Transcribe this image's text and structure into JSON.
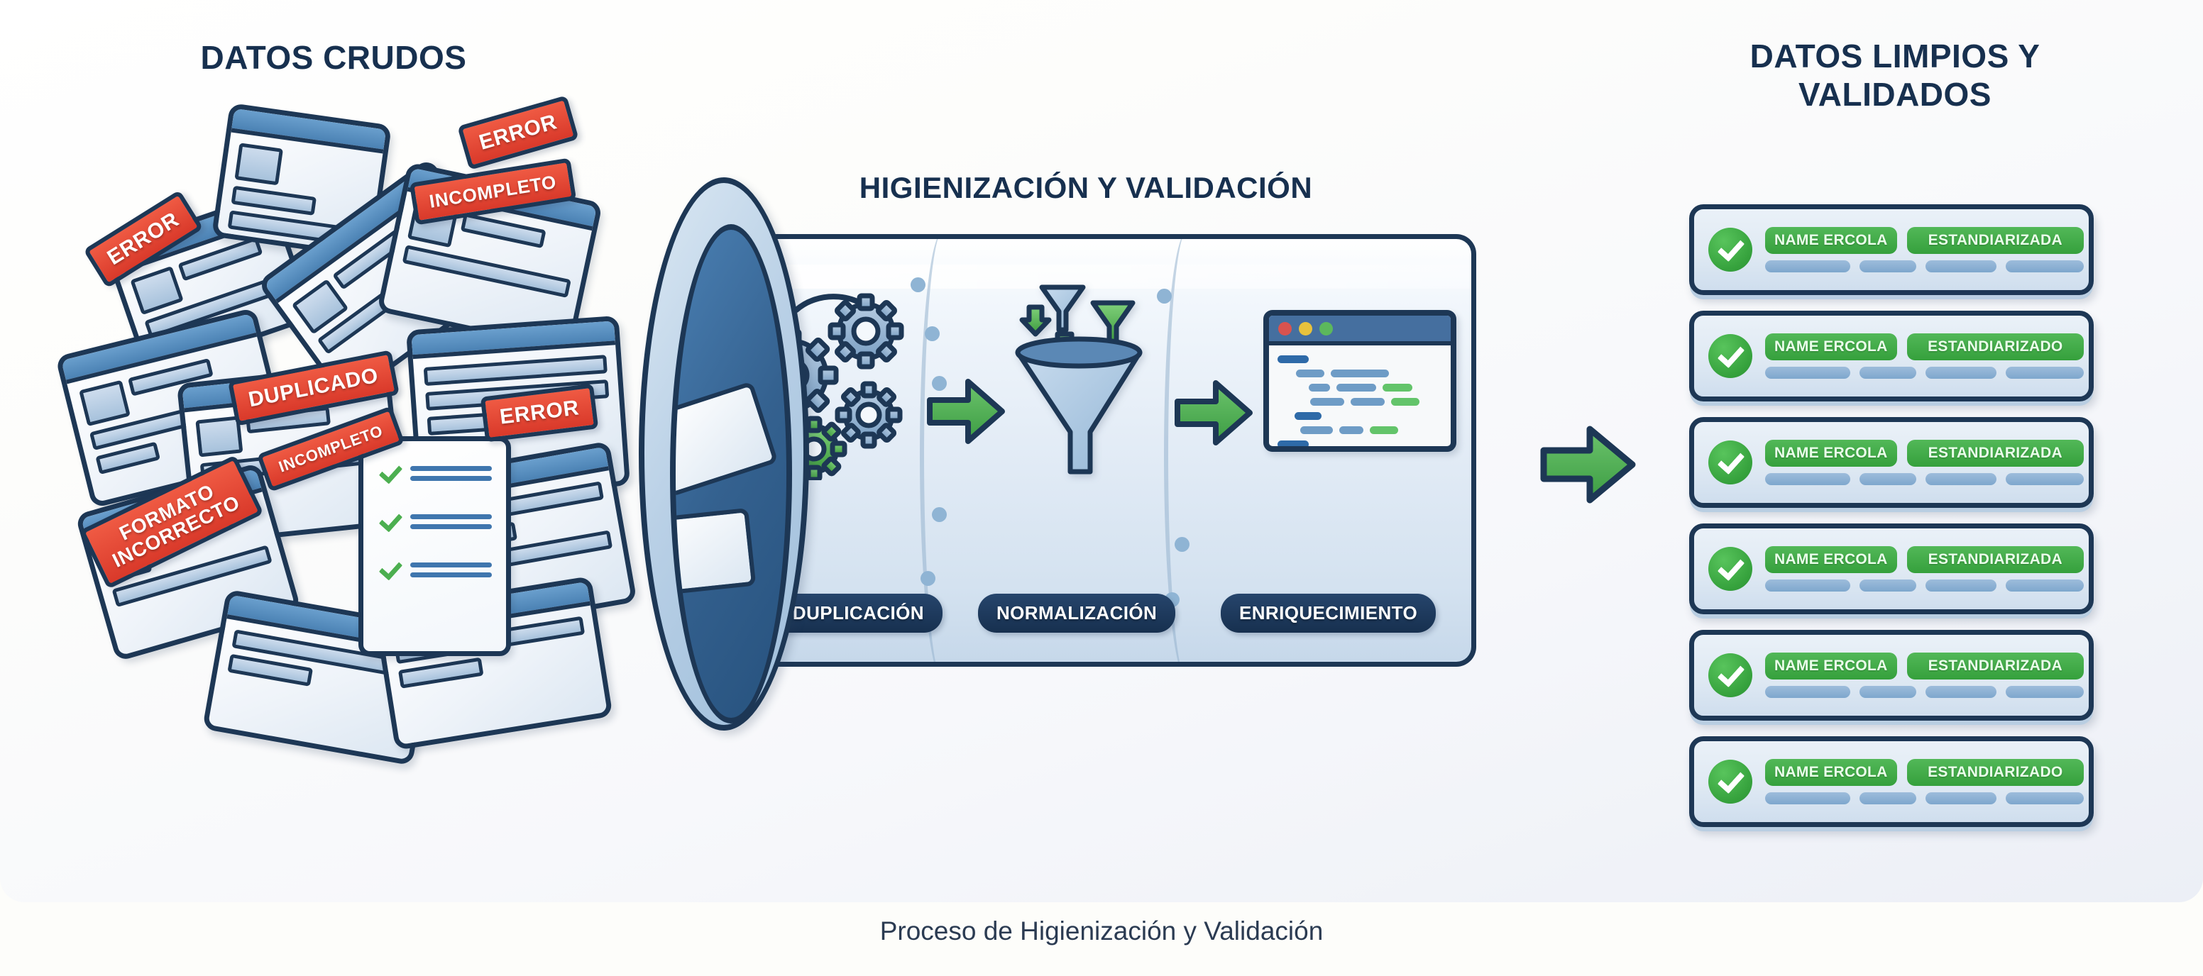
{
  "caption": "Proceso de Higienización y Validación",
  "headings": {
    "raw": "DATOS CRUDOS",
    "center": "HIGIENIZACIÓN Y VALIDACIÓN",
    "clean": "DATOS LIMPIOS Y VALIDADOS"
  },
  "colors": {
    "navy": "#1d3755",
    "heading": "#17304f",
    "error_red": "#d9392a",
    "success_green": "#35a03c",
    "doc_blue": "#4b82b4",
    "pill_navy": "#17304f",
    "background": "#fdfdfa"
  },
  "raw_data": {
    "tags": [
      {
        "label": "ERROR",
        "rotation": -32
      },
      {
        "label": "ERROR",
        "rotation": -16
      },
      {
        "label": "INCOMPLETO",
        "rotation": -9
      },
      {
        "label": "DUPLICADO",
        "rotation": -11
      },
      {
        "label": "ERROR",
        "rotation": -7
      },
      {
        "label": "INCOMPLETO",
        "rotation": -20
      },
      {
        "label": "FORMATO\nINCORRECTO",
        "rotation": -26
      }
    ],
    "checklist_marks": 3
  },
  "pipeline": {
    "stages": [
      {
        "id": "dedup",
        "label": "DEDUPLICACIÓN",
        "icon": "gears-icon"
      },
      {
        "id": "normal",
        "label": "NORMALIZACIÓN",
        "icon": "funnel-icon"
      },
      {
        "id": "enrich",
        "label": "ENRIQUECIMIENTO",
        "icon": "code-window-icon"
      }
    ],
    "arrows": [
      {
        "id": "arrow-dedup-to-normal",
        "icon": "arrow-right-icon"
      },
      {
        "id": "arrow-normal-to-enrich",
        "icon": "arrow-right-icon"
      },
      {
        "id": "arrow-output",
        "icon": "arrow-right-icon"
      }
    ],
    "code_window": {
      "traffic_lights": [
        "#d9534f",
        "#e8c23c",
        "#5cb85c"
      ]
    }
  },
  "clean_rows": [
    {
      "status": "check-icon",
      "badge1": "NAME ERCOLA",
      "badge2": "ESTANDIARIZADA"
    },
    {
      "status": "check-icon",
      "badge1": "NAME ERCOLA",
      "badge2": "ESTANDIARIZADO"
    },
    {
      "status": "check-icon",
      "badge1": "NAME ERCOLA",
      "badge2": "ESTANDIARIZADA"
    },
    {
      "status": "check-icon",
      "badge1": "NAME ERCOLA",
      "badge2": "ESTANDIARIZADA"
    },
    {
      "status": "check-icon",
      "badge1": "NAME ERCOLA",
      "badge2": "ESTANDIARIZADA"
    },
    {
      "status": "check-icon",
      "badge1": "NAME ERCOLA",
      "badge2": "ESTANDIARIZADO"
    }
  ]
}
